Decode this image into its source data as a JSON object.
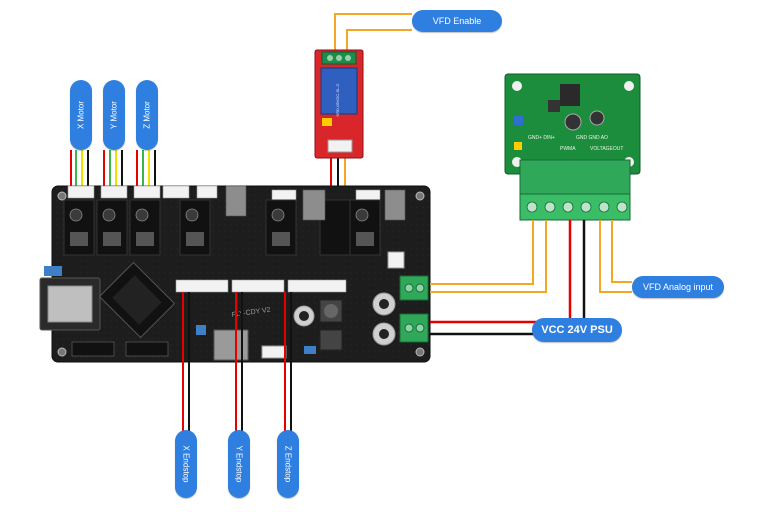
{
  "labels": {
    "x_motor": "X Motor",
    "y_motor": "Y Motor",
    "z_motor": "Z Motor",
    "vfd_enable": "VFD Enable",
    "vfd_analog_input": "VFD Analog input",
    "vcc_psu": "VCC 24V PSU",
    "x_endstop": "X Endstop",
    "y_endstop": "Y Endstop",
    "z_endstop": "Z Endstop"
  },
  "board_text": {
    "board_model": "FLY-CDY V2",
    "relay_model": "SRD-05VDC-SL-C",
    "converter_power": "PWMA",
    "converter_out": "VOLTAGEOUT",
    "converter_pins": "GND GND AO",
    "converter_in": "GND+ DIN+"
  },
  "colors": {
    "label_blue": "#2f7fe0",
    "wire_orange": "#f5a623",
    "wire_red": "#e60000",
    "wire_black": "#111111",
    "wire_yellow": "#f0e000",
    "wire_green": "#39b54a",
    "board_black": "#1b1b1b",
    "relay_red": "#d8262a",
    "converter_green": "#1c8d3c",
    "terminal_green": "#2fa85a"
  }
}
